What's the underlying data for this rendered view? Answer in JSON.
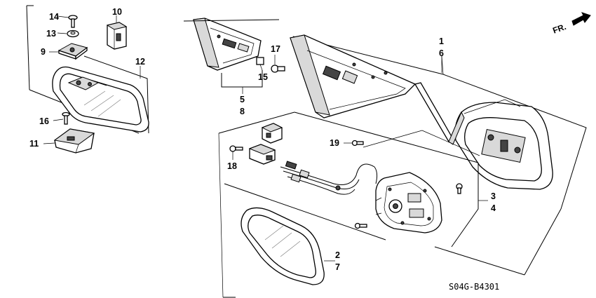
{
  "diagram": {
    "part_code": "S04G-B4301",
    "direction_label": "FR.",
    "callouts": {
      "c1": "1",
      "c2": "2",
      "c3": "3",
      "c4": "4",
      "c5": "5",
      "c6": "6",
      "c7": "7",
      "c8": "8",
      "c9": "9",
      "c10": "10",
      "c11": "11",
      "c12": "12",
      "c13": "13",
      "c14": "14",
      "c15": "15",
      "c16": "16",
      "c17": "17",
      "c18": "18",
      "c19": "19"
    }
  }
}
